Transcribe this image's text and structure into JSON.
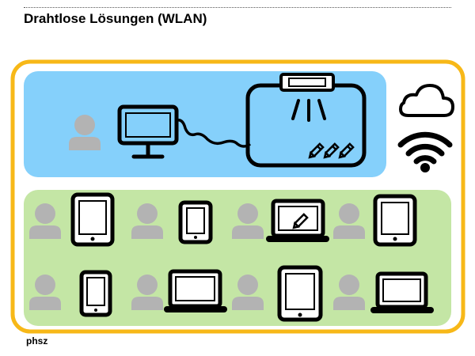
{
  "header": {
    "title": "Drahtlose Lösungen (WLAN)"
  },
  "footer": {
    "brand": "phsz"
  },
  "colors": {
    "frame": "#f7b818",
    "presentation_area": "#85d0fb",
    "audience_area": "#c4e6a5",
    "person": "#b3b3b3",
    "device_stroke": "#000000"
  },
  "diagram": {
    "presentation_zone": {
      "elements": [
        "presenter-person-icon",
        "monitor-icon",
        "cable-icon",
        "interactive-whiteboard-icon",
        "projector-icon",
        "pen-icon",
        "pen-icon",
        "pen-icon"
      ]
    },
    "connectivity": {
      "icons": [
        "cloud-icon",
        "wifi-icon"
      ]
    },
    "audience_zone": {
      "rows": [
        [
          "tablet",
          "phone",
          "laptop-pen",
          "tablet"
        ],
        [
          "phone",
          "laptop",
          "tablet",
          "laptop"
        ]
      ]
    }
  }
}
